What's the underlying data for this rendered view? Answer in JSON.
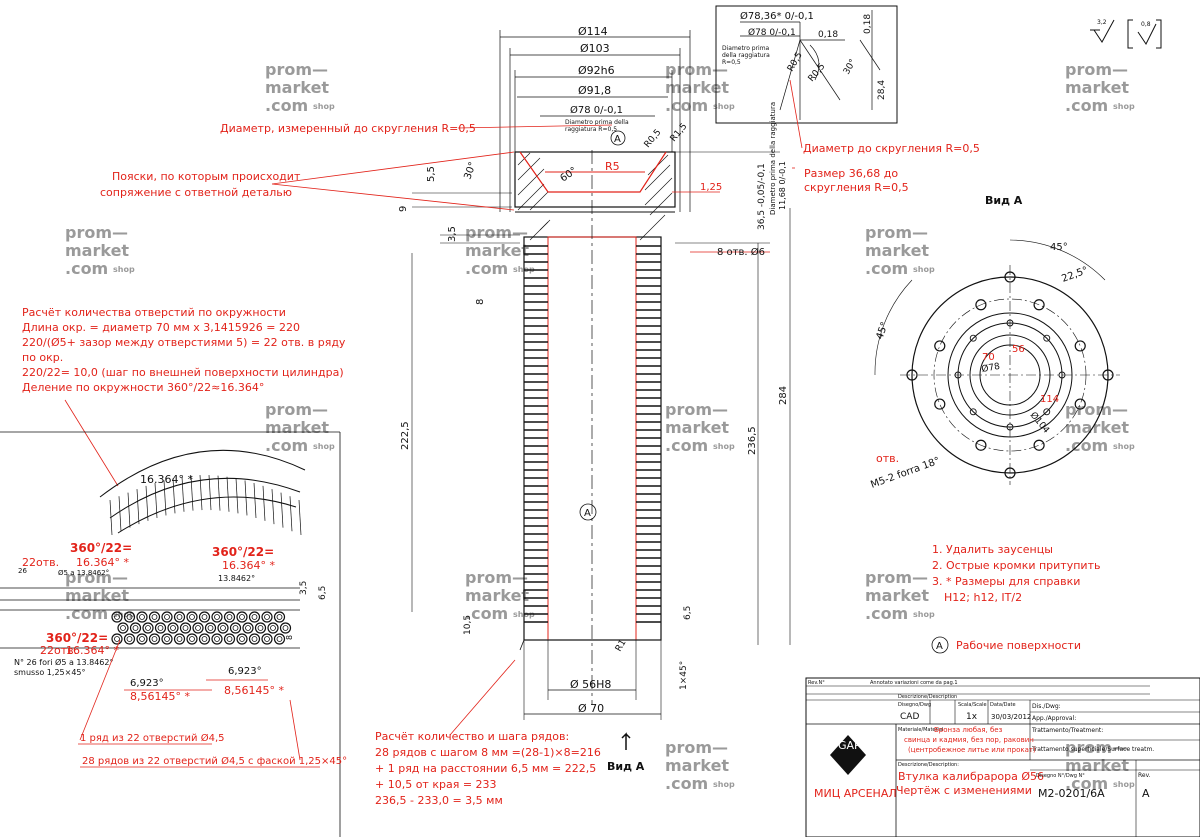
{
  "watermark": {
    "line1": "prom—",
    "line2": "market",
    "line3": ".com",
    "suffix": "shop"
  },
  "top_symbols": {
    "roughness1": "3,2",
    "roughness2": "0,8"
  },
  "detail_box": {
    "d1": "Ø78,36* 0/-0,1",
    "d2": "Ø78  0/-0,1",
    "v018a": "0,18",
    "v018b": "0,18",
    "note": "Diametro prima della raggiatura R=0,5",
    "r05a": "R0,5",
    "r05b": "R0,5",
    "ang30": "30°",
    "d284": "28,4"
  },
  "dims_top": {
    "d114": "Ø114",
    "d103": "Ø103",
    "d92": "Ø92h6",
    "d918": "Ø91,8",
    "d78": "Ø78  0/-0,1",
    "note": "Diametro prima della raggiatura R=0,5",
    "r05": "R0,5",
    "r15": "R1,5",
    "r5": "R5",
    "a60": "60°",
    "a30": "30°",
    "v125": "1,25",
    "v55": "5,5",
    "v9": "9",
    "v35": "3,5",
    "v8": "8",
    "v365": "36,5 -0,05/-0,1",
    "v1168": "11,68 0/-0,1",
    "sidenote": "Diametro prima della raggiatura",
    "holes": "8 отв. Ø6",
    "markA": "A"
  },
  "dims_main": {
    "h2225": "222,5",
    "h284": "284",
    "h2365": "236,5",
    "v105": "10,5",
    "v65": "6,5",
    "d56": "Ø 56H8",
    "d70": "Ø 70",
    "chamf": "1×45°",
    "r1": "R1"
  },
  "annotations": {
    "a1": "Диаметр, измеренный до скругления R=0,5",
    "a2_l1": "Пояски, по которым происходит",
    "a2_l2": "сопряжение с ответной деталью",
    "a3": "Диаметр до скругления R=0,5",
    "a4_l1": "Размер 36,68 до",
    "a4_l2": "скругления R=0,5"
  },
  "calc1": {
    "l1": "Расчёт количества отверстий по окружности",
    "l2": "Длина окр. = диаметр 70 мм х 3,1415926 = 220",
    "l3": "220/(Ø5+ зазор между отверстиями 5) = 22 отв. в ряду",
    "l4": "по окр.",
    "l5": "220/22= 10,0 (шаг по внешней поверхности цилиндра)",
    "l6": "Деление по окружности 360°/22≈16.364°"
  },
  "detail_left": {
    "ang": "16.364° *",
    "f1a": "360°/22=",
    "f1b": "16.364° *",
    "f2a": "360°/22=",
    "f2b": "16.364° *",
    "f3a": "360°/22=",
    "f3b": "16.364° *",
    "holes22": "22отв.",
    "holes22b": "22отв.",
    "n26": "26",
    "small1": "Ø5 a 13.8462°",
    "small2": "13.8462°",
    "n26b": "N° 26 fori Ø5 a 13.8462°",
    "smusso": "smusso 1,25×45°",
    "v6923a": "6,923°",
    "v856a": "8,56145° *",
    "v6923b": "6,923°",
    "v856b": "8,56145° *",
    "v35": "3,5",
    "v65": "6,5",
    "v8": "8",
    "row1": "1 ряд из 22 отверстий Ø4,5",
    "rows28": "28 рядов из 22 отверстий Ø4,5 с фаской 1,25×45°"
  },
  "calc2": {
    "l1": "Расчёт количество и шага рядов:",
    "l2": "28 рядов с шагом 8 мм =(28-1)×8=216",
    "l3": "+ 1 ряд на расстоянии 6,5 мм =  222,5",
    "l4": "+ 10,5 от края = 233",
    "l5": "236,5 - 233,0 = 3,5 мм"
  },
  "view_a": {
    "title": "Вид A",
    "a45a": "45°",
    "a225": "22,5°",
    "a45b": "45°",
    "d70": "70",
    "d56": "56",
    "d78": "Ø78",
    "d114": "114",
    "d104": "Ø104",
    "holes_l1": "отв.",
    "holes_l2": "M5-2 forra 18°"
  },
  "notes": {
    "n1": "1. Удалить заусенцы",
    "n2": "2. Острые кромки притупить",
    "n3": "3. * Размеры для справки",
    "n4": "H12; h12, IT/2",
    "work_sym": "A",
    "work": "Рабочие поверхности"
  },
  "view_a_arrow": "Вид A",
  "title_block": {
    "logo": "GAP",
    "company": "МИЦ АРСЕНАЛ",
    "material": "Бронза любая, без свинца и кадмия, без пор, раковин (центробежное литье или прокат)",
    "name_l1": "Втулка калибрарора Ø56",
    "name_l2": "Чертёж с изменениями",
    "code": "M2-0201/6A",
    "sheet": "A",
    "scale": "1x",
    "date": "30/03/2012",
    "cad": "CAD",
    "h_rev": "Rev.N°",
    "h_desc": "Descrizione/Description",
    "h_disegno": "Disegno/Dwg",
    "h_scala": "Scala/Scale",
    "h_data": "Data/Date",
    "h_dis": "Dis./Dwg:",
    "h_app": "App./Approval:",
    "h_trat": "Trattamento/Treatment:",
    "h_tratsup": "Trattamento superficiale/Surface treatm.",
    "h_mat": "Materiale/Material",
    "h_descr": "Descrizione/Description:",
    "h_dn": "Disegno N°/Dwg N°",
    "h_rev2": "Rev.",
    "rev_line": "Annotato variazioni come da pag.1"
  }
}
